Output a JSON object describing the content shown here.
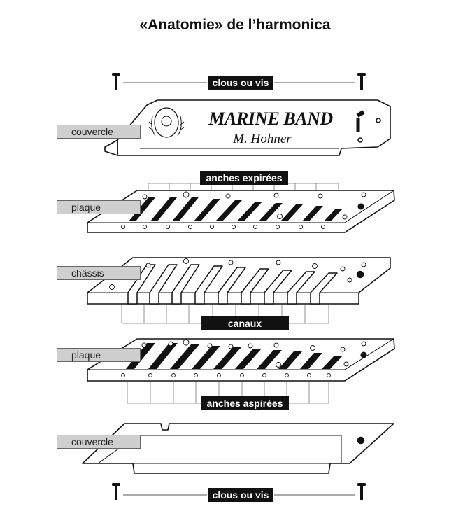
{
  "title": "«Anatomie» de l’harmonica",
  "labels": {
    "top_screws": "clous ou vis",
    "bottom_screws": "clous ou vis",
    "cover_top": "couvercle",
    "cover_bottom": "couvercle",
    "plate_top": "plaque",
    "plate_bottom": "plaque",
    "comb": "châssis",
    "blow_reeds": "anches expirées",
    "draw_reeds": "anches aspirées",
    "channels": "canaux"
  },
  "brand": {
    "line1": "MARINE BAND",
    "line2": "M. Hohner"
  },
  "colors": {
    "stroke": "#111111",
    "label_fill": "#cfcfcf",
    "tag_fill": "#111111"
  }
}
